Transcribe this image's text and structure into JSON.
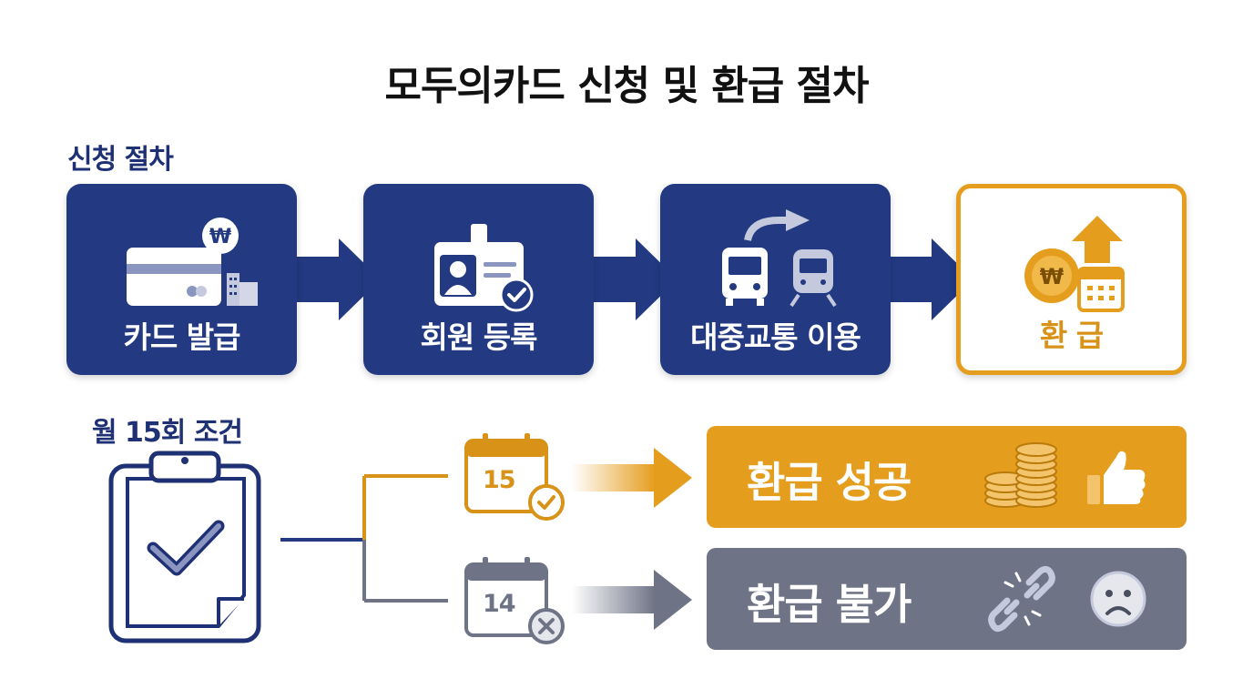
{
  "title": "모두의카드 신청 및 환급 절차",
  "application_section": {
    "label": "신청 절차",
    "steps": [
      {
        "label": "카드 발급",
        "icon": "card-issue-icon"
      },
      {
        "label": "회원 등록",
        "icon": "id-card-check-icon"
      },
      {
        "label": "대중교통 이용",
        "icon": "bus-subway-icon"
      },
      {
        "label": "환 급",
        "icon": "coin-calendar-refund-icon"
      }
    ]
  },
  "condition_section": {
    "label": "월 15회 조건",
    "icon": "clipboard-check-icon",
    "branches": [
      {
        "calendar_number": "15",
        "result": "환급 성공",
        "calendar_icon": "calendar-check-icon",
        "result_icons": [
          "coin-stack-icon",
          "thumbs-up-icon"
        ]
      },
      {
        "calendar_number": "14",
        "result": "환급 불가",
        "calendar_icon": "calendar-x-icon",
        "result_icons": [
          "broken-chain-icon",
          "sad-face-icon"
        ]
      }
    ]
  },
  "colors": {
    "navy": "#233a82",
    "gold": "#e59d1d",
    "gray": "#6e7385",
    "text_dark": "#111111"
  }
}
